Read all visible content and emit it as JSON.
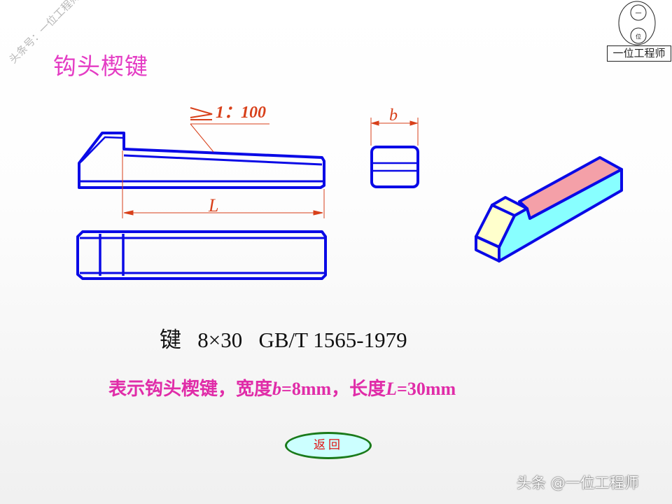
{
  "title": "钩头楔键",
  "watermark": "头条号：一位工程师",
  "logo_text": "一位工程师",
  "logo_circle_top": "一",
  "logo_circle_bottom": "位",
  "drawing": {
    "taper_label": "1：100",
    "length_label": "L",
    "width_label": "b"
  },
  "spec_line": "键   8×30   GB/T 1565-1979",
  "description": {
    "prefix": "表示钩头楔键，宽度",
    "b_var": "b",
    "b_value": "=8mm，长度",
    "l_var": "L",
    "l_value": "=30mm"
  },
  "back_button": "返回",
  "bottom_watermark": "头条 @一位工程师",
  "colors": {
    "outline": "#0a0ae6",
    "dimension": "#d8401a",
    "title": "#e43cc4",
    "side_face": "#88ffff",
    "top_face": "#f4a0a8",
    "end_face": "#ffffcc"
  }
}
